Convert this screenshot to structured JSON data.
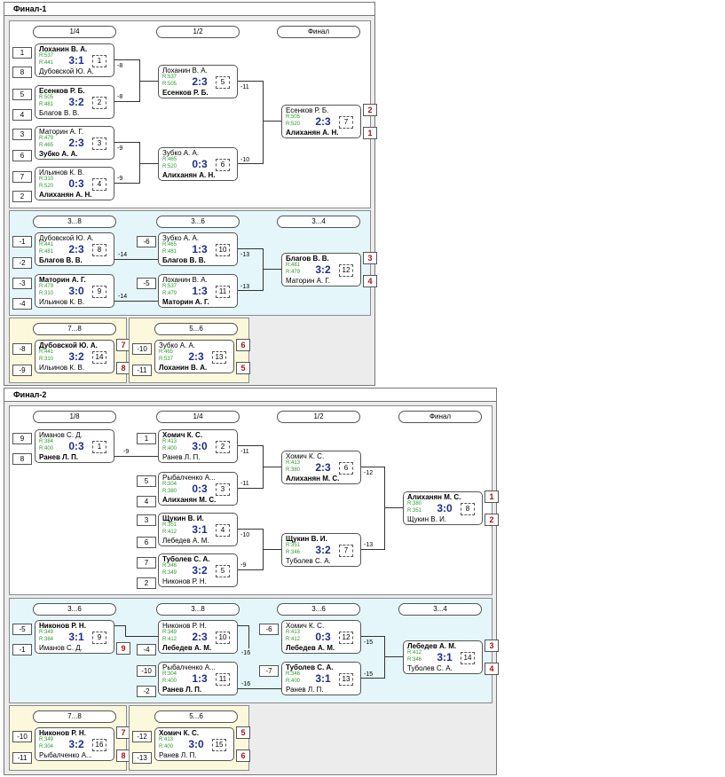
{
  "final1": {
    "title": "Финал-1",
    "main": {
      "rounds": [
        "1/4",
        "1/2",
        "Финал"
      ],
      "matches": [
        {
          "top": "Лоханин В. А.",
          "top_w": true,
          "top_r": "R:537",
          "bottom": "Дубовской Ю. А.",
          "bottom_w": false,
          "bottom_r": "R:441",
          "score": "3:1",
          "num": "1",
          "out": "-8"
        },
        {
          "top": "Есенков Р. Б.",
          "top_w": true,
          "top_r": "R:505",
          "bottom": "Благов В. В.",
          "bottom_w": false,
          "bottom_r": "R:481",
          "score": "3:2",
          "num": "2",
          "out": "-8"
        },
        {
          "top": "Маторин А. Г.",
          "top_w": false,
          "top_r": "R:479",
          "bottom": "Зубко А. А.",
          "bottom_w": true,
          "bottom_r": "R:465",
          "score": "2:3",
          "num": "3",
          "out": "-9"
        },
        {
          "top": "Ильинов К. В.",
          "top_w": false,
          "top_r": "R:310",
          "bottom": "Алиханян А. Н.",
          "bottom_w": true,
          "bottom_r": "R:520",
          "score": "0:3",
          "num": "4",
          "out": "-9"
        },
        {
          "top": "Лоханин В. А.",
          "top_w": false,
          "top_r": "R:537",
          "bottom": "Есенков Р. Б.",
          "bottom_w": true,
          "bottom_r": "R:505",
          "score": "2:3",
          "num": "5",
          "out": "-11"
        },
        {
          "top": "Зубко А. А.",
          "top_w": false,
          "top_r": "R:465",
          "bottom": "Алиханян А. Н.",
          "bottom_w": true,
          "bottom_r": "R:520",
          "score": "0:3",
          "num": "6",
          "out": "-10"
        },
        {
          "top": "Есенков Р. Б.",
          "top_w": false,
          "top_r": "R:505",
          "bottom": "Алиханян А. Н.",
          "bottom_w": true,
          "bottom_r": "R:520",
          "score": "2:3",
          "num": "7",
          "p1": "2",
          "p2": "1"
        }
      ],
      "seeds": [
        "1",
        "8",
        "5",
        "4",
        "3",
        "6",
        "7",
        "2"
      ]
    },
    "cons1": {
      "rounds": [
        "3...8",
        "3...6",
        "3...4"
      ],
      "matches": [
        {
          "top": "Дубовской Ю. А.",
          "top_w": false,
          "top_r": "R:441",
          "bottom": "Благов В. В.",
          "bottom_w": true,
          "bottom_r": "R:481",
          "score": "2:3",
          "num": "8",
          "out": "-14"
        },
        {
          "top": "Маторин А. Г.",
          "top_w": true,
          "top_r": "R:479",
          "bottom": "Ильинов К. В.",
          "bottom_w": false,
          "bottom_r": "R:310",
          "score": "3:0",
          "num": "9",
          "out": "-14"
        },
        {
          "top": "Зубко А. А.",
          "top_w": false,
          "top_r": "R:465",
          "bottom": "Благов В. В.",
          "bottom_w": true,
          "bottom_r": "R:481",
          "score": "1:3",
          "num": "10",
          "out": "-13"
        },
        {
          "top": "Лоханин В. А.",
          "top_w": false,
          "top_r": "R:537",
          "bottom": "Маторин А. Г.",
          "bottom_w": true,
          "bottom_r": "R:479",
          "score": "1:3",
          "num": "11",
          "out": "-13"
        },
        {
          "top": "Благов В. В.",
          "top_w": true,
          "top_r": "R:481",
          "bottom": "Маторин А. Г.",
          "bottom_w": false,
          "bottom_r": "R:479",
          "score": "3:2",
          "num": "12",
          "p1": "3",
          "p2": "4"
        }
      ],
      "seeds": [
        "-1",
        "-2",
        "-3",
        "-4",
        "-6",
        "-5"
      ]
    },
    "cons2": {
      "rounds": [
        "7...8",
        "5...6"
      ],
      "matches": [
        {
          "top": "Дубовской Ю. А.",
          "top_w": true,
          "top_r": "R:441",
          "bottom": "Ильинов К. В.",
          "bottom_w": false,
          "bottom_r": "R:310",
          "score": "3:2",
          "num": "14",
          "p1": "7",
          "p2": "8"
        },
        {
          "top": "Зубко А. А.",
          "top_w": false,
          "top_r": "R:465",
          "bottom": "Лоханин В. А.",
          "bottom_w": true,
          "bottom_r": "R:537",
          "score": "2:3",
          "num": "13",
          "p1": "6",
          "p2": "5"
        }
      ],
      "seeds": [
        "-8",
        "-9",
        "-10",
        "-11"
      ]
    }
  },
  "final2": {
    "title": "Финал-2",
    "main": {
      "rounds": [
        "1/8",
        "1/4",
        "1/2",
        "Финал"
      ],
      "matches": [
        {
          "top": "Иманов С. Д.",
          "top_w": false,
          "top_r": "R:384",
          "bottom": "Ранев Л. П.",
          "bottom_w": true,
          "bottom_r": "R:400",
          "score": "0:3",
          "num": "1",
          "out": "-9"
        },
        {
          "top": "Хомич К. С.",
          "top_w": true,
          "top_r": "R:413",
          "bottom": "Ранев Л. П.",
          "bottom_w": false,
          "bottom_r": "R:400",
          "score": "3:0",
          "num": "2",
          "out": "-11"
        },
        {
          "top": "Рыбалченко А...",
          "top_w": false,
          "top_r": "R:304",
          "bottom": "Алиханян М. С.",
          "bottom_w": true,
          "bottom_r": "R:380",
          "score": "0:3",
          "num": "3",
          "out": "-11"
        },
        {
          "top": "Щукин В. И.",
          "top_w": true,
          "top_r": "R:351",
          "bottom": "Лебедев А. М.",
          "bottom_w": false,
          "bottom_r": "R:412",
          "score": "3:1",
          "num": "4",
          "out": "-10"
        },
        {
          "top": "Туболев С. А.",
          "top_w": true,
          "top_r": "R:346",
          "bottom": "Никонов Р. Н.",
          "bottom_w": false,
          "bottom_r": "R:349",
          "score": "3:2",
          "num": "5",
          "out": "-9"
        },
        {
          "top": "Хомич К. С.",
          "top_w": false,
          "top_r": "R:413",
          "bottom": "Алиханян М. С.",
          "bottom_w": true,
          "bottom_r": "R:380",
          "score": "2:3",
          "num": "6",
          "out": "-12"
        },
        {
          "top": "Щукин В. И.",
          "top_w": true,
          "top_r": "R:351",
          "bottom": "Туболев С. А.",
          "bottom_w": false,
          "bottom_r": "R:346",
          "score": "3:2",
          "num": "7",
          "out": "-13"
        },
        {
          "top": "Алиханян М. С.",
          "top_w": true,
          "top_r": "R:380",
          "bottom": "Щукин В. И.",
          "bottom_w": false,
          "bottom_r": "R:351",
          "score": "3:0",
          "num": "8",
          "p1": "1",
          "p2": "2"
        }
      ],
      "seeds": [
        "9",
        "8",
        "1",
        "5",
        "4",
        "3",
        "6",
        "7",
        "2"
      ]
    },
    "cons1": {
      "rounds": [
        "3...6",
        "3...8",
        "3...6",
        "3...4"
      ],
      "matches": [
        {
          "top": "Никонов Р. Н.",
          "top_w": true,
          "top_r": "R:349",
          "bottom": "Иманов С. Д.",
          "bottom_w": false,
          "bottom_r": "R:384",
          "score": "3:1",
          "num": "9",
          "p2": "9"
        },
        {
          "top": "Никонов Р. Н.",
          "top_w": false,
          "top_r": "R:349",
          "bottom": "Лебедев А. М.",
          "bottom_w": true,
          "bottom_r": "R:412",
          "score": "2:3",
          "num": "10",
          "out": "-16"
        },
        {
          "top": "Рыбалченко А...",
          "top_w": false,
          "top_r": "R:304",
          "bottom": "Ранев Л. П.",
          "bottom_w": true,
          "bottom_r": "R:400",
          "score": "1:3",
          "num": "11",
          "out": "-16"
        },
        {
          "top": "Хомич К. С.",
          "top_w": false,
          "top_r": "R:413",
          "bottom": "Лебедев А. М.",
          "bottom_w": true,
          "bottom_r": "R:412",
          "score": "0:3",
          "num": "12",
          "out": "-15"
        },
        {
          "top": "Туболев С. А.",
          "top_w": true,
          "top_r": "R:346",
          "bottom": "Ранев Л. П.",
          "bottom_w": false,
          "bottom_r": "R:400",
          "score": "3:1",
          "num": "13",
          "out": "-15"
        },
        {
          "top": "Лебедев А. М.",
          "top_w": true,
          "top_r": "R:412",
          "bottom": "Туболев С. А.",
          "bottom_w": false,
          "bottom_r": "R:346",
          "score": "3:1",
          "num": "14",
          "p1": "3",
          "p2": "4"
        }
      ],
      "seeds": [
        "-5",
        "-1",
        "-4",
        "-10",
        "-2",
        "-6",
        "-7"
      ]
    },
    "cons2": {
      "rounds": [
        "7...8",
        "5...6"
      ],
      "matches": [
        {
          "top": "Никонов Р. Н.",
          "top_w": true,
          "top_r": "R:349",
          "bottom": "Рыбалченко А...",
          "bottom_w": false,
          "bottom_r": "R:304",
          "score": "3:2",
          "num": "16",
          "p1": "7",
          "p2": "8"
        },
        {
          "top": "Хомич К. С.",
          "top_w": true,
          "top_r": "R:413",
          "bottom": "Ранев Л. П.",
          "bottom_w": false,
          "bottom_r": "R:400",
          "score": "3:0",
          "num": "15",
          "p1": "5",
          "p2": "6"
        }
      ],
      "seeds": [
        "-10",
        "-11",
        "-12",
        "-13"
      ]
    }
  }
}
